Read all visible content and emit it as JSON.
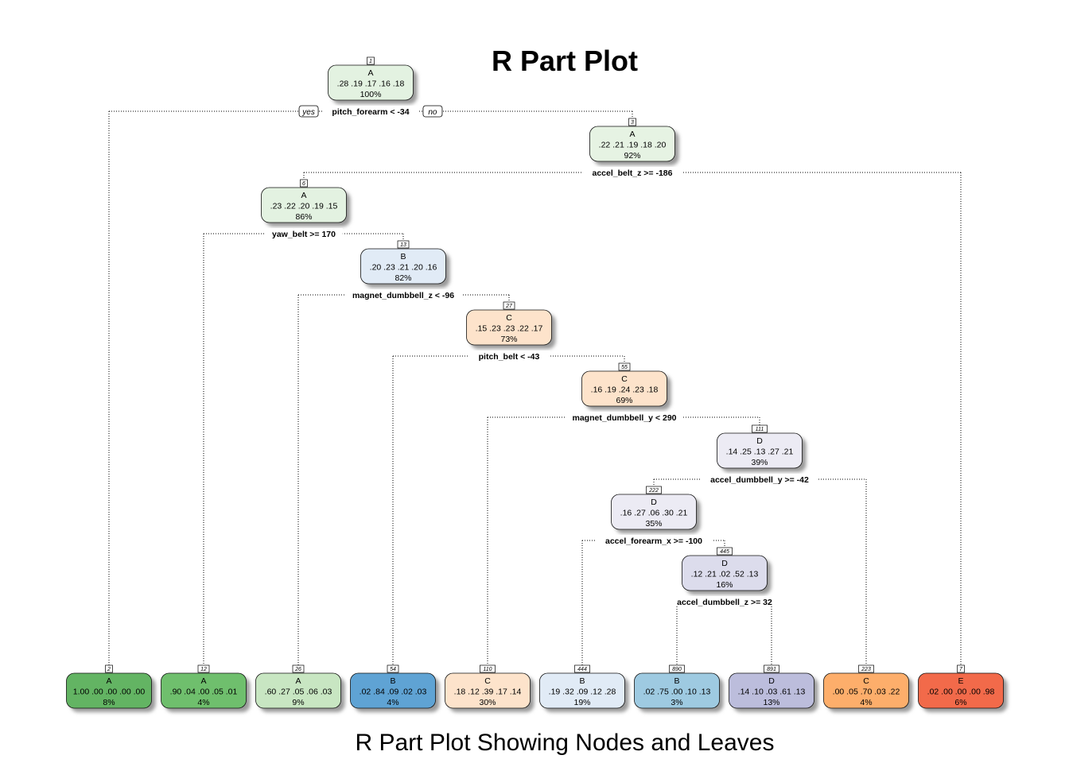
{
  "title": "R Part Plot",
  "subtitle": "R Part Plot Showing Nodes and Leaves",
  "branch_labels": {
    "yes": "yes",
    "no": "no"
  },
  "nodes": [
    {
      "id": "1",
      "class": "A",
      "probs": ".28  .19  .17  .16  .18",
      "pct": "100%",
      "color": "#e3f2e1",
      "leaf": false
    },
    {
      "id": "3",
      "class": "A",
      "probs": ".22  .21  .19  .18  .20",
      "pct": "92%",
      "color": "#e6f3e3",
      "leaf": false
    },
    {
      "id": "6",
      "class": "A",
      "probs": ".23  .22  .20  .19  .15",
      "pct": "86%",
      "color": "#e3f2e1",
      "leaf": false
    },
    {
      "id": "13",
      "class": "B",
      "probs": ".20  .23  .21  .20  .16",
      "pct": "82%",
      "color": "#e1ebf6",
      "leaf": false
    },
    {
      "id": "27",
      "class": "C",
      "probs": ".15  .23  .23  .22  .17",
      "pct": "73%",
      "color": "#fde3cb",
      "leaf": false
    },
    {
      "id": "55",
      "class": "C",
      "probs": ".16  .19  .24  .23  .18",
      "pct": "69%",
      "color": "#fde3cb",
      "leaf": false
    },
    {
      "id": "111",
      "class": "D",
      "probs": ".14  .25  .13  .27  .21",
      "pct": "39%",
      "color": "#ecebf4",
      "leaf": false
    },
    {
      "id": "222",
      "class": "D",
      "probs": ".16  .27  .06  .30  .21",
      "pct": "35%",
      "color": "#ecebf4",
      "leaf": false
    },
    {
      "id": "445",
      "class": "D",
      "probs": ".12  .21  .02  .52  .13",
      "pct": "16%",
      "color": "#dcdcec",
      "leaf": false
    },
    {
      "id": "2",
      "class": "A",
      "probs": "1.00  .00  .00  .00  .00",
      "pct": "8%",
      "color": "#63b463",
      "leaf": true
    },
    {
      "id": "12",
      "class": "A",
      "probs": ".90  .04  .00  .05  .01",
      "pct": "4%",
      "color": "#6fbf6d",
      "leaf": true
    },
    {
      "id": "26",
      "class": "A",
      "probs": ".60  .27  .05  .06  .03",
      "pct": "9%",
      "color": "#c8e6c2",
      "leaf": true
    },
    {
      "id": "54",
      "class": "B",
      "probs": ".02  .84  .09  .02  .03",
      "pct": "4%",
      "color": "#5fa3d4",
      "leaf": true
    },
    {
      "id": "110",
      "class": "C",
      "probs": ".18  .12  .39  .17  .14",
      "pct": "30%",
      "color": "#fde3cb",
      "leaf": true
    },
    {
      "id": "444",
      "class": "B",
      "probs": ".19  .32  .09  .12  .28",
      "pct": "19%",
      "color": "#e1ebf6",
      "leaf": true
    },
    {
      "id": "890",
      "class": "B",
      "probs": ".02  .75  .00  .10  .13",
      "pct": "3%",
      "color": "#9ecae1",
      "leaf": true
    },
    {
      "id": "891",
      "class": "D",
      "probs": ".14  .10  .03  .61  .13",
      "pct": "13%",
      "color": "#bcbddc",
      "leaf": true
    },
    {
      "id": "223",
      "class": "C",
      "probs": ".00  .05  .70  .03  .22",
      "pct": "4%",
      "color": "#fdae6b",
      "leaf": true
    },
    {
      "id": "7",
      "class": "E",
      "probs": ".02  .00  .00  .00  .98",
      "pct": "6%",
      "color": "#f26a4a",
      "leaf": true
    }
  ],
  "splits": [
    {
      "parent": "1",
      "label": "pitch_forearm < -34",
      "left": "2",
      "right": "3"
    },
    {
      "parent": "3",
      "label": "accel_belt_z >= -186",
      "left": "6",
      "right": "7"
    },
    {
      "parent": "6",
      "label": "yaw_belt >= 170",
      "left": "12",
      "right": "13"
    },
    {
      "parent": "13",
      "label": "magnet_dumbbell_z < -96",
      "left": "26",
      "right": "27"
    },
    {
      "parent": "27",
      "label": "pitch_belt < -43",
      "left": "54",
      "right": "55"
    },
    {
      "parent": "55",
      "label": "magnet_dumbbell_y < 290",
      "left": "110",
      "right": "111"
    },
    {
      "parent": "111",
      "label": "accel_dumbbell_y >= -42",
      "left": "222",
      "right": "223"
    },
    {
      "parent": "222",
      "label": "accel_forearm_x >= -100",
      "left": "444",
      "right": "445"
    },
    {
      "parent": "445",
      "label": "accel_dumbbell_z >= 32",
      "left": "890",
      "right": "891"
    }
  ]
}
